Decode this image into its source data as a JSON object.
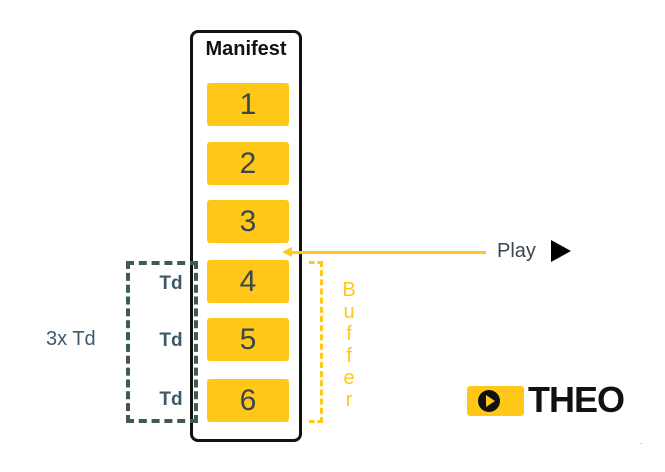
{
  "manifest": {
    "title": "Manifest",
    "segments": [
      "1",
      "2",
      "3",
      "4",
      "5",
      "6"
    ]
  },
  "td_labels": [
    "Td",
    "Td",
    "Td"
  ],
  "threex_label": "3x Td",
  "buffer_letters": [
    "B",
    "u",
    "f",
    "f",
    "e",
    "r"
  ],
  "play": {
    "label": "Play",
    "icon": "play-triangle-icon"
  },
  "logo": {
    "text": "THEO",
    "icon": "theo-play-icon"
  },
  "corner_mark": "·",
  "colors": {
    "segment_fill": "#ffc717",
    "buffer_accent": "#ffc717",
    "td_bracket": "#3e5a52",
    "text_dark": "#3a4650"
  }
}
